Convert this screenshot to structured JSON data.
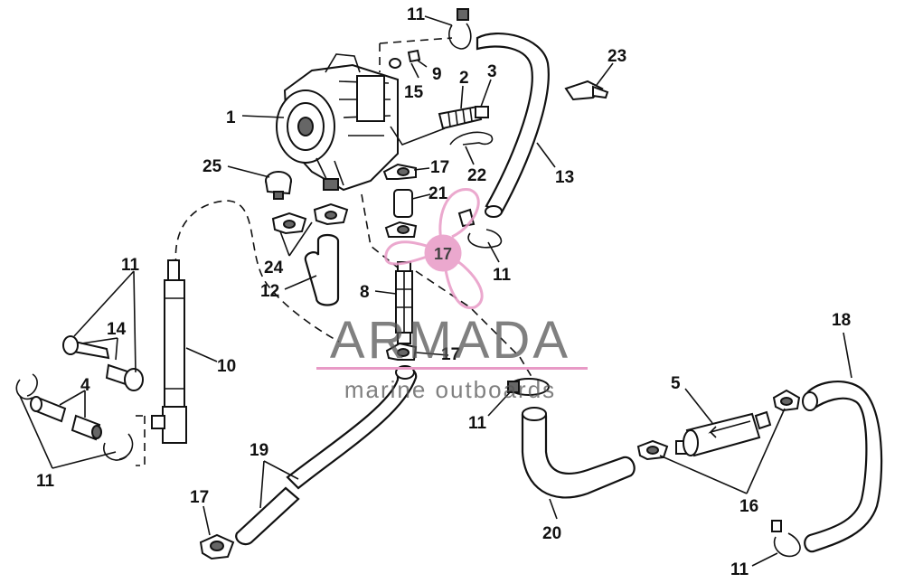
{
  "callouts": {
    "p1": "1",
    "p2": "2",
    "p3": "3",
    "p4": "4",
    "p5": "5",
    "p8": "8",
    "p9": "9",
    "p10": "10",
    "p11": "11",
    "p12": "12",
    "p13": "13",
    "p14": "14",
    "p15": "15",
    "p16": "16",
    "p17": "17",
    "p18": "18",
    "p19": "19",
    "p20": "20",
    "p21": "21",
    "p22": "22",
    "p23": "23",
    "p24": "24",
    "p25": "25"
  },
  "watermark": {
    "brand": "ARMADA",
    "tagline": "marine outboards",
    "badge": "17",
    "accent_color": "#e89ac6"
  }
}
